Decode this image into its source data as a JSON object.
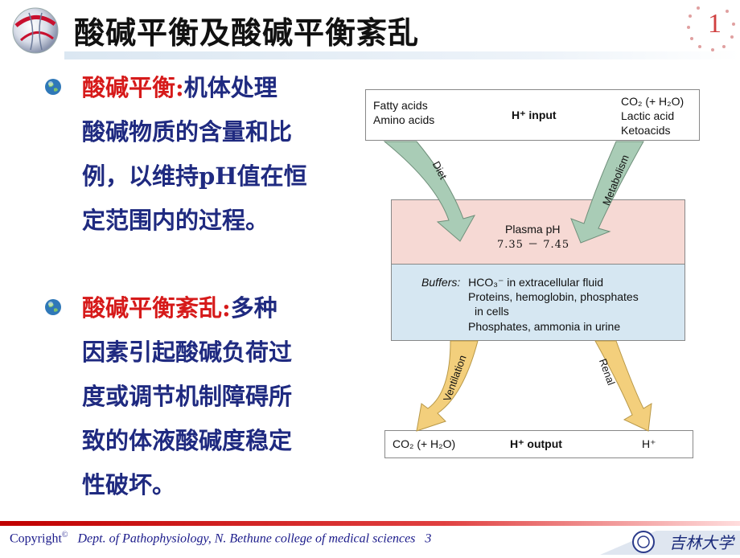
{
  "header": {
    "title": "酸碱平衡及酸碱平衡紊乱",
    "logo_icon": "university-globe-logo-icon",
    "deco_icon": "dotted-clock-decoration-icon",
    "deco_text": "1"
  },
  "bullets": [
    {
      "icon": "globe-bullet-icon",
      "highlight": "酸碱平衡:",
      "lines": [
        "机体处理",
        "酸碱物质的含量和比",
        "例，以维持pH值在恒",
        "定范围内的过程。"
      ]
    },
    {
      "icon": "globe-bullet-icon",
      "highlight": "酸碱平衡紊乱:",
      "lines": [
        "多种",
        "因素引起酸碱负荷过",
        "度或调节机制障碍所",
        "致的体液酸碱度稳定",
        "性破坏。"
      ]
    }
  ],
  "figure": {
    "input_left": [
      "Fatty acids",
      "Amino acids"
    ],
    "input_center": "H⁺ input",
    "input_right_co2": "CO₂ (+ H₂O)",
    "input_right": [
      "Lactic acid",
      "Ketoacids"
    ],
    "arrow_diet": "Diet",
    "arrow_metabolism": "Metabolism",
    "plasma_label": "Plasma pH",
    "plasma_range": "7.35 － 7.45",
    "buffers_label": "Buffers:",
    "buffers_line1": "HCO₃⁻ in extracellular fluid",
    "buffers_line2": "Proteins, hemoglobin, phosphates",
    "buffers_line3": "in cells",
    "buffers_line4": "Phosphates, ammonia in urine",
    "arrow_ventilation": "Ventilation",
    "arrow_renal": "Renal",
    "output_left": "CO₂ (+ H₂O)",
    "output_center": "H⁺ output",
    "output_right": "H⁺",
    "colors": {
      "green_arrow": "#a9ccb6",
      "orange_arrow": "#f3cf7c",
      "plasma": "#f6d9d4",
      "buffers": "#d6e7f2"
    }
  },
  "footer": {
    "copyright": "Copyright",
    "copyright_mark": "©",
    "dept": "Dept. of Pathophysiology, N. Bethune college of medical sciences",
    "page": "3",
    "logo_text": "吉林大学",
    "logo_icon": "jilin-university-emblem-icon"
  }
}
